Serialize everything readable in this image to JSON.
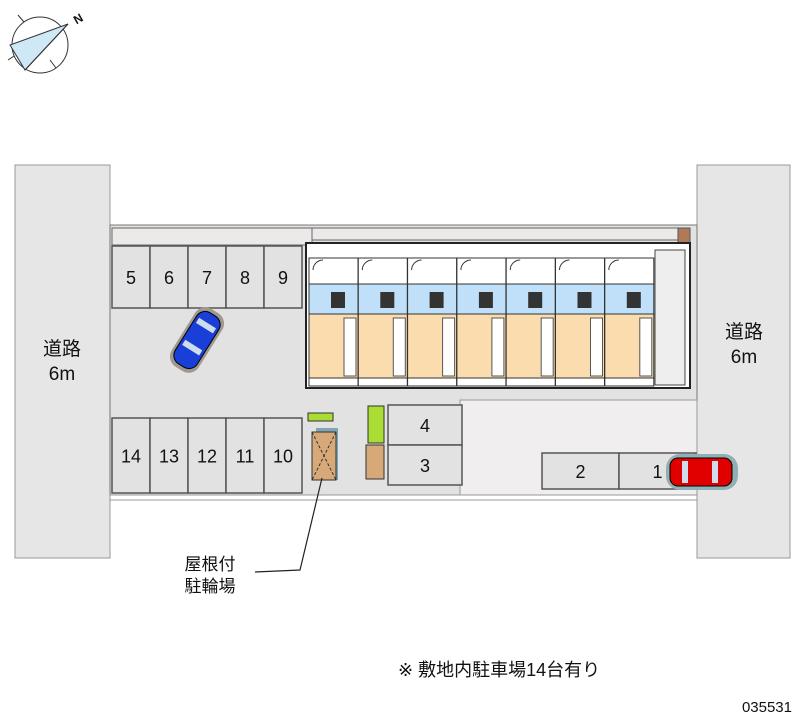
{
  "compass": {
    "north_label": "N"
  },
  "roads": {
    "left": {
      "name": "道路",
      "width": "6m"
    },
    "right": {
      "name": "道路",
      "width": "6m"
    }
  },
  "parking": {
    "top_row": [
      "5",
      "6",
      "7",
      "8",
      "9"
    ],
    "bottom_row": [
      "14",
      "13",
      "12",
      "11",
      "10"
    ],
    "middle": [
      "4",
      "3"
    ],
    "right": [
      "2",
      "1"
    ]
  },
  "building": {
    "units": 7
  },
  "bicycle_parking": {
    "line1": "屋根付",
    "line2": "駐輪場"
  },
  "note": "※ 敷地内駐車場14台有り",
  "code": "035531",
  "colors": {
    "road": "#e6e6e6",
    "lot": "#e0e0e0",
    "room": "#fbdcae",
    "wet": "#bfe0f8",
    "car_blue": "#1a3fd8",
    "car_red": "#e00000"
  }
}
